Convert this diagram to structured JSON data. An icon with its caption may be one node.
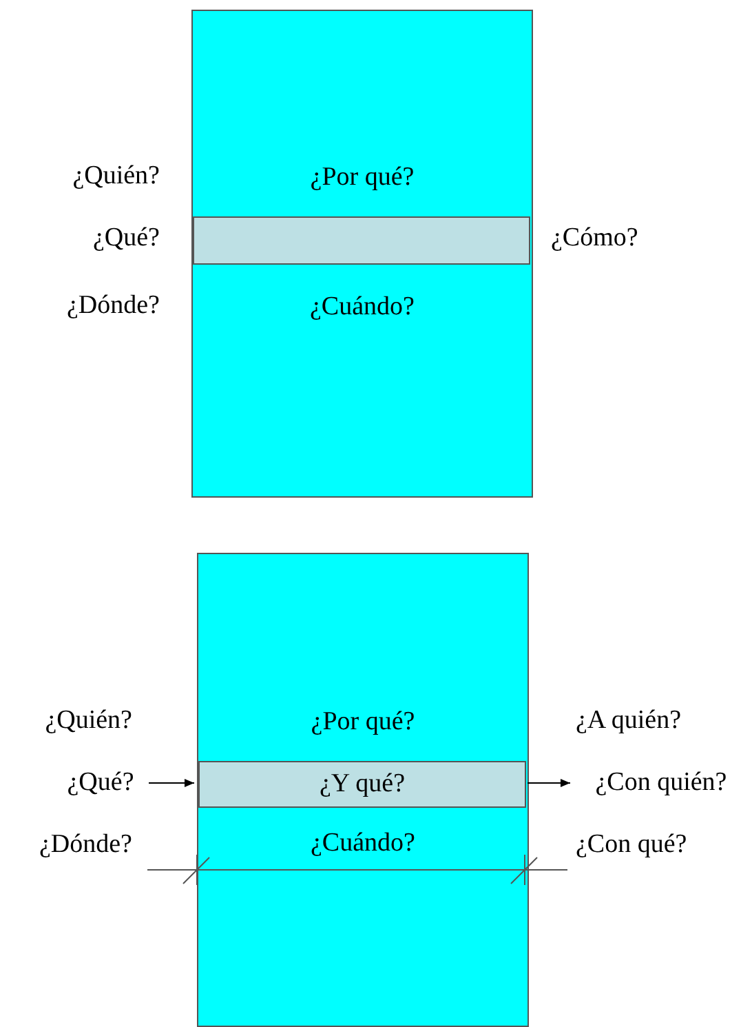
{
  "diagram": {
    "nodes": [
      {
        "text": [
          "¿Por qué?",
          "¿Cuándo?"
        ]
      },
      {
        "text": [],
        "shape": "box",
        "in": 0
      },
      {
        "text": [
          "¿Por qué?",
          "¿Cuándo?"
        ]
      },
      {
        "text": [
          "¿Y qué?"
        ],
        "in": 2
      },
      {
        "text": [
          "¿Qué?"
        ]
      },
      {
        "text": [
          "¿Con quién?"
        ]
      }
    ],
    "edges": [
      {
        "from": 4,
        "to": 3,
        "arrow": "to"
      },
      {
        "from": 3,
        "to": 5,
        "arrow": "to"
      }
    ],
    "labels": [
      "¿Quién?",
      "¿Qué?",
      "¿Cómo?",
      "¿Dónde?",
      "¿Quién?",
      "¿A quién?",
      "¿Dónde?",
      "¿Con qué?"
    ]
  }
}
